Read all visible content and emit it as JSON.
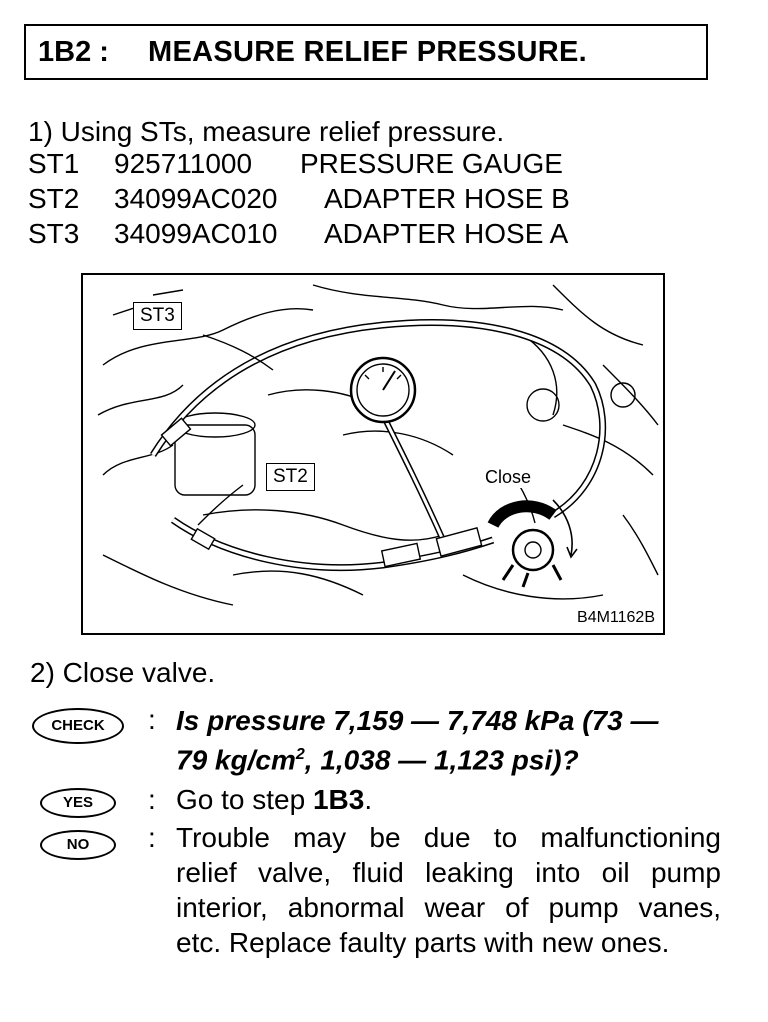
{
  "header": {
    "code": "1B2 :",
    "title": "MEASURE RELIEF PRESSURE."
  },
  "step1": {
    "text": "1)  Using STs, measure relief pressure.",
    "tools": [
      {
        "id": "ST1",
        "part_number": "925711000",
        "name": "PRESSURE GAUGE"
      },
      {
        "id": "ST2",
        "part_number": "34099AC020",
        "name": "ADAPTER HOSE B"
      },
      {
        "id": "ST3",
        "part_number": "34099AC010",
        "name": "ADAPTER HOSE A"
      }
    ]
  },
  "figure": {
    "labels": {
      "st3": "ST3",
      "st2": "ST2",
      "close": "Close"
    },
    "code": "B4M1162B"
  },
  "step2": {
    "text": "2)  Close valve."
  },
  "check": {
    "badge": "CHECK",
    "colon": ":",
    "question_line1": "Is pressure 7,159 — 7,748 kPa (73 —",
    "question_line2_pre": "79 kg/cm",
    "question_sup": "2",
    "question_line2_post": ", 1,038 — 1,123 psi)?"
  },
  "yes": {
    "badge": "YES",
    "colon": ":",
    "text_pre": "Go to step ",
    "step_ref": "1B3",
    "text_post": "."
  },
  "no": {
    "badge": "NO",
    "colon": ":",
    "lines": [
      "Trouble may be due to malfunctioning",
      "relief valve, fluid leaking into oil pump",
      "interior, abnormal wear of pump vanes,",
      "etc. Replace faulty parts with new ones."
    ]
  }
}
